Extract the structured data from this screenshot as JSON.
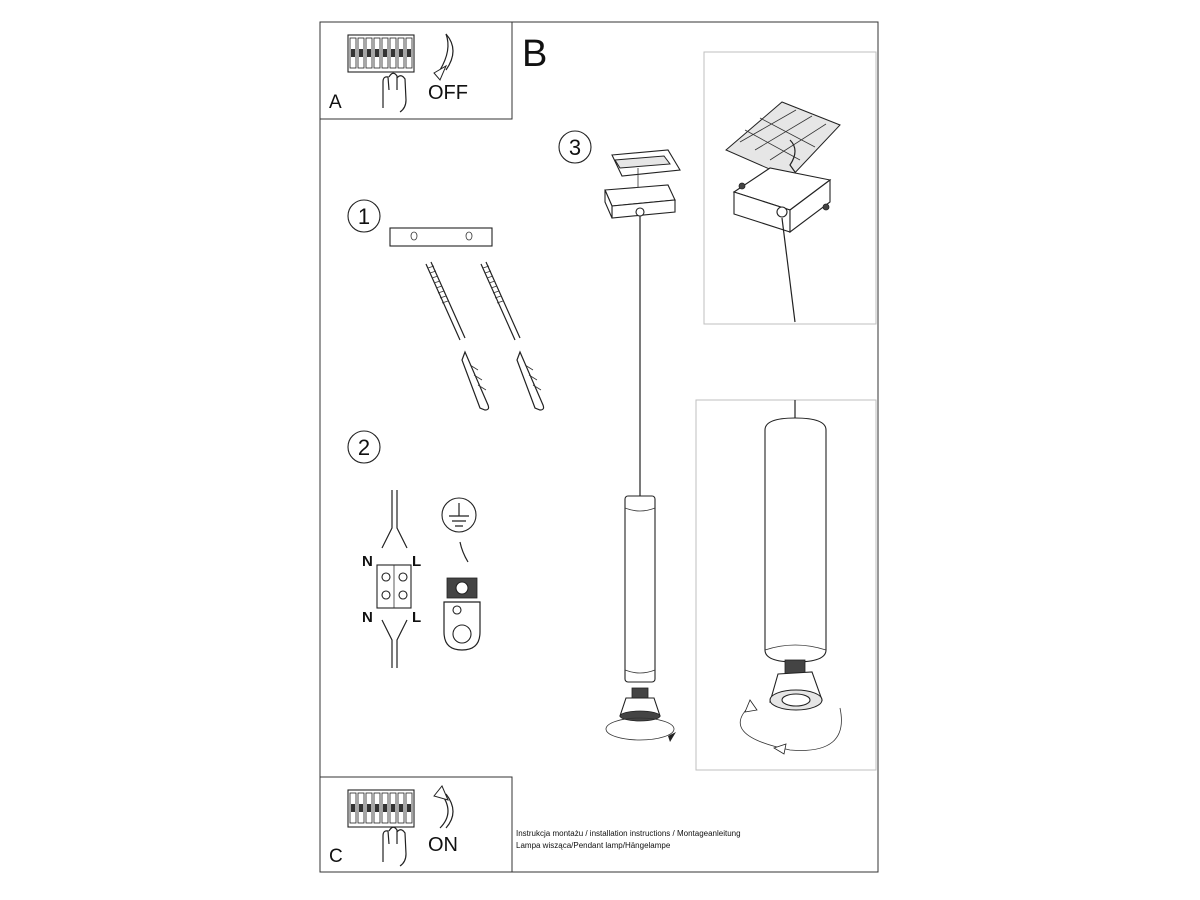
{
  "panels": {
    "a": {
      "letter": "A",
      "state": "OFF"
    },
    "b": {
      "letter": "B"
    },
    "c": {
      "letter": "C",
      "state": "ON"
    }
  },
  "steps": [
    {
      "number": "1"
    },
    {
      "number": "2"
    },
    {
      "number": "3"
    }
  ],
  "wiring": {
    "neutral_label": "N",
    "live_label": "L"
  },
  "caption": {
    "line1": "Instrukcja montażu / installation instructions / Montageanleitung",
    "line2": "Lampa wisząca/Pendant lamp/Hängelampe"
  },
  "icons": [
    "breaker-panel-icon",
    "hand-icon",
    "curved-arrow-icon",
    "ground-symbol-icon",
    "rotate-arrow-icon"
  ]
}
